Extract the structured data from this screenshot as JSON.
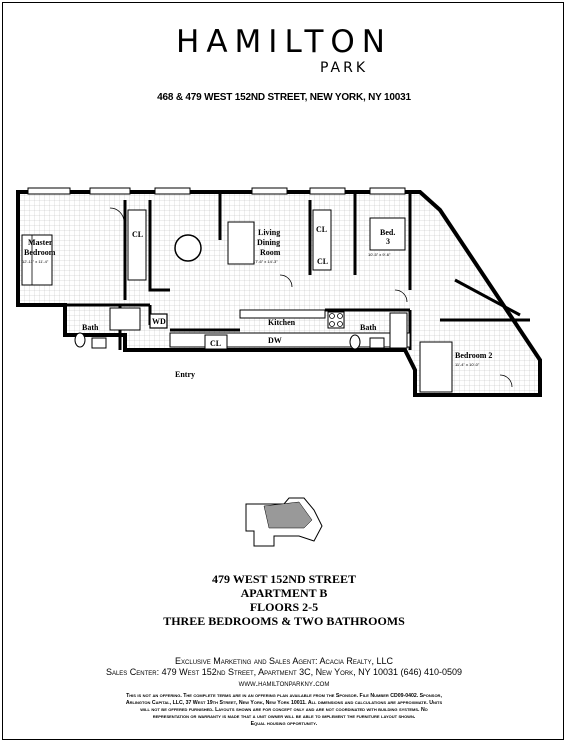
{
  "header": {
    "brand_name": "HAMILTON",
    "brand_sub": "PARK",
    "address": "468 & 479 WEST 152ND STREET, NEW YORK, NY 10031"
  },
  "plan": {
    "rooms": {
      "master_bedroom": {
        "name_line1": "Master",
        "name_line2": "Bedroom",
        "size": "12'-11\" x 11'-4\""
      },
      "living_dining": {
        "name_line1": "Living",
        "name_line2": "Dining",
        "name_line3": "Room",
        "size": "17'-6\" x 14'-3\""
      },
      "bed3": {
        "name_line1": "Bed.",
        "name_line2": "3",
        "size": "10'-5\" x 9'-6\""
      },
      "bedroom2": {
        "name": "Bedroom 2",
        "size": "11'-4\" x 10'-0\""
      },
      "kitchen": {
        "name": "Kitchen"
      },
      "bath1": {
        "name": "Bath"
      },
      "bath2": {
        "name": "Bath"
      },
      "entry": {
        "name": "Entry"
      }
    },
    "fixtures": {
      "closet": "CL",
      "closet2": "CL",
      "closet3": "CL",
      "closet4": "CL",
      "washer_dryer": "WD",
      "dishwasher": "DW"
    }
  },
  "unit": {
    "street": "479 WEST 152ND STREET",
    "apartment": "APARTMENT B",
    "floors": "FLOORS 2-5",
    "description": "THREE BEDROOMS & TWO BATHROOMS"
  },
  "agent": {
    "line1": "Exclusive Marketing and Sales Agent: Acacia Realty, LLC",
    "line2": "Sales Center: 479 West 152nd Street, Apartment 3C, New York, NY 10031 (646) 410-0509",
    "line3": "www.hamiltonparkny.com"
  },
  "disclaimer": {
    "line1": "This is not an offering. The complete terms are in an offering plan available from the Sponsor. File Number CD09-0402. Sponsor,",
    "line2": "Arlington Capital, LLC, 37 West 19th Street, New York, New York 10011. All dimensions and calculations are approximate. Units",
    "line3": "will not be offered furnished. Layouts shown are for concept only and are not coordinated with building systems. No",
    "line4": "representation or warranty is made that a unit owner will be able to implement the furniture layout shown.",
    "line5": "Equal housing opportunity."
  }
}
